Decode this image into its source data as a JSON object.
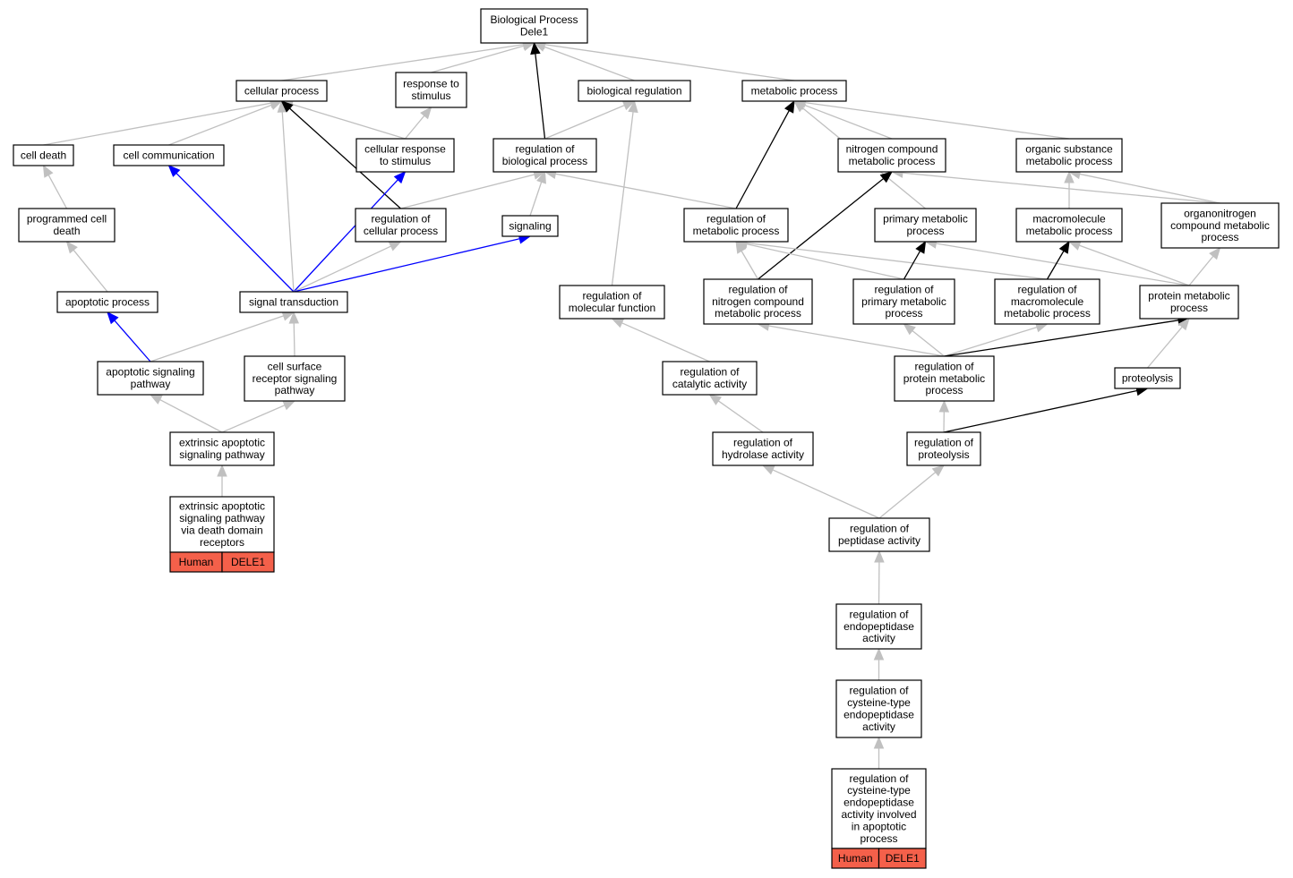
{
  "colors": {
    "edge_grey": "#c0c0c0",
    "edge_black": "#000000",
    "edge_blue": "#0000ff",
    "annotation_fill": "#f4604a"
  },
  "nodes": {
    "bp_root": {
      "lines": [
        "Biological Process",
        "Dele1"
      ]
    },
    "cellular_process": {
      "lines": [
        "cellular process"
      ]
    },
    "response_to_stimulus": {
      "lines": [
        "response to",
        "stimulus"
      ]
    },
    "biological_regulation": {
      "lines": [
        "biological regulation"
      ]
    },
    "metabolic_process": {
      "lines": [
        "metabolic process"
      ]
    },
    "cell_death": {
      "lines": [
        "cell death"
      ]
    },
    "cell_communication": {
      "lines": [
        "cell communication"
      ]
    },
    "cellular_response": {
      "lines": [
        "cellular response",
        "to stimulus"
      ]
    },
    "reg_biological": {
      "lines": [
        "regulation of",
        "biological process"
      ]
    },
    "nitrogen_compound_mp": {
      "lines": [
        "nitrogen compound",
        "metabolic process"
      ]
    },
    "organic_substance_mp": {
      "lines": [
        "organic substance",
        "metabolic process"
      ]
    },
    "programmed_cell_death": {
      "lines": [
        "programmed cell",
        "death"
      ]
    },
    "reg_cellular": {
      "lines": [
        "regulation of",
        "cellular process"
      ]
    },
    "signaling": {
      "lines": [
        "signaling"
      ]
    },
    "reg_metabolic": {
      "lines": [
        "regulation of",
        "metabolic process"
      ]
    },
    "primary_mp": {
      "lines": [
        "primary metabolic",
        "process"
      ]
    },
    "macromolecule_mp": {
      "lines": [
        "macromolecule",
        "metabolic process"
      ]
    },
    "organonitrogen_mp": {
      "lines": [
        "organonitrogen",
        "compound metabolic",
        "process"
      ]
    },
    "apoptotic_process": {
      "lines": [
        "apoptotic process"
      ]
    },
    "signal_transduction": {
      "lines": [
        "signal transduction"
      ]
    },
    "reg_molecular_function": {
      "lines": [
        "regulation of",
        "molecular function"
      ]
    },
    "reg_nitrogen_compound_mp": {
      "lines": [
        "regulation of",
        "nitrogen compound",
        "metabolic process"
      ]
    },
    "reg_primary_mp": {
      "lines": [
        "regulation of",
        "primary metabolic",
        "process"
      ]
    },
    "reg_macromolecule_mp": {
      "lines": [
        "regulation of",
        "macromolecule",
        "metabolic process"
      ]
    },
    "protein_mp": {
      "lines": [
        "protein metabolic",
        "process"
      ]
    },
    "apoptotic_signaling": {
      "lines": [
        "apoptotic signaling",
        "pathway"
      ]
    },
    "cell_surface_receptor": {
      "lines": [
        "cell surface",
        "receptor signaling",
        "pathway"
      ]
    },
    "reg_catalytic": {
      "lines": [
        "regulation of",
        "catalytic activity"
      ]
    },
    "reg_protein_mp": {
      "lines": [
        "regulation of",
        "protein metabolic",
        "process"
      ]
    },
    "proteolysis": {
      "lines": [
        "proteolysis"
      ]
    },
    "extrinsic_apoptotic": {
      "lines": [
        "extrinsic apoptotic",
        "signaling pathway"
      ]
    },
    "reg_hydrolase": {
      "lines": [
        "regulation of",
        "hydrolase activity"
      ]
    },
    "reg_proteolysis": {
      "lines": [
        "regulation of",
        "proteolysis"
      ]
    },
    "extrinsic_death_domain": {
      "lines": [
        "extrinsic apoptotic",
        "signaling pathway",
        "via death domain",
        "receptors"
      ],
      "tags": [
        "Human",
        "DELE1"
      ]
    },
    "reg_peptidase": {
      "lines": [
        "regulation of",
        "peptidase activity"
      ]
    },
    "reg_endopeptidase": {
      "lines": [
        "regulation of",
        "endopeptidase",
        "activity"
      ]
    },
    "reg_cysteine_endopeptidase": {
      "lines": [
        "regulation of",
        "cysteine-type",
        "endopeptidase",
        "activity"
      ]
    },
    "reg_cysteine_apoptotic": {
      "lines": [
        "regulation of",
        "cysteine-type",
        "endopeptidase",
        "activity involved",
        "in apoptotic",
        "process"
      ],
      "tags": [
        "Human",
        "DELE1"
      ]
    }
  },
  "edges": [
    {
      "from": "cellular_process",
      "to": "bp_root",
      "color": "grey"
    },
    {
      "from": "response_to_stimulus",
      "to": "bp_root",
      "color": "grey"
    },
    {
      "from": "biological_regulation",
      "to": "bp_root",
      "color": "grey"
    },
    {
      "from": "metabolic_process",
      "to": "bp_root",
      "color": "grey"
    },
    {
      "from": "reg_biological",
      "to": "bp_root",
      "color": "black"
    },
    {
      "from": "cell_death",
      "to": "cellular_process",
      "color": "grey"
    },
    {
      "from": "cell_communication",
      "to": "cellular_process",
      "color": "grey"
    },
    {
      "from": "cellular_response",
      "to": "cellular_process",
      "color": "grey"
    },
    {
      "from": "signal_transduction",
      "to": "cellular_process",
      "color": "grey"
    },
    {
      "from": "reg_cellular",
      "to": "cellular_process",
      "color": "black"
    },
    {
      "from": "cellular_response",
      "to": "response_to_stimulus",
      "color": "grey"
    },
    {
      "from": "reg_biological",
      "to": "biological_regulation",
      "color": "grey"
    },
    {
      "from": "reg_molecular_function",
      "to": "biological_regulation",
      "color": "grey"
    },
    {
      "from": "reg_metabolic",
      "to": "metabolic_process",
      "color": "black"
    },
    {
      "from": "nitrogen_compound_mp",
      "to": "metabolic_process",
      "color": "grey"
    },
    {
      "from": "organic_substance_mp",
      "to": "metabolic_process",
      "color": "grey"
    },
    {
      "from": "primary_mp",
      "to": "metabolic_process",
      "color": "grey"
    },
    {
      "from": "programmed_cell_death",
      "to": "cell_death",
      "color": "grey"
    },
    {
      "from": "signal_transduction",
      "to": "cell_communication",
      "color": "blue"
    },
    {
      "from": "signal_transduction",
      "to": "cellular_response",
      "color": "blue"
    },
    {
      "from": "reg_cellular",
      "to": "reg_biological",
      "color": "grey"
    },
    {
      "from": "signaling",
      "to": "reg_biological",
      "color": "grey"
    },
    {
      "from": "reg_metabolic",
      "to": "reg_biological",
      "color": "grey"
    },
    {
      "from": "reg_nitrogen_compound_mp",
      "to": "nitrogen_compound_mp",
      "color": "black"
    },
    {
      "from": "organonitrogen_mp",
      "to": "nitrogen_compound_mp",
      "color": "grey"
    },
    {
      "from": "macromolecule_mp",
      "to": "organic_substance_mp",
      "color": "grey"
    },
    {
      "from": "organonitrogen_mp",
      "to": "organic_substance_mp",
      "color": "grey"
    },
    {
      "from": "apoptotic_process",
      "to": "programmed_cell_death",
      "color": "grey"
    },
    {
      "from": "signal_transduction",
      "to": "reg_cellular",
      "color": "grey"
    },
    {
      "from": "signal_transduction",
      "to": "signaling",
      "color": "blue"
    },
    {
      "from": "reg_nitrogen_compound_mp",
      "to": "reg_metabolic",
      "color": "grey"
    },
    {
      "from": "reg_primary_mp",
      "to": "reg_metabolic",
      "color": "grey"
    },
    {
      "from": "reg_macromolecule_mp",
      "to": "reg_metabolic",
      "color": "grey"
    },
    {
      "from": "reg_primary_mp",
      "to": "primary_mp",
      "color": "black"
    },
    {
      "from": "protein_mp",
      "to": "primary_mp",
      "color": "grey"
    },
    {
      "from": "reg_macromolecule_mp",
      "to": "macromolecule_mp",
      "color": "black"
    },
    {
      "from": "protein_mp",
      "to": "macromolecule_mp",
      "color": "grey"
    },
    {
      "from": "protein_mp",
      "to": "organonitrogen_mp",
      "color": "grey"
    },
    {
      "from": "apoptotic_signaling",
      "to": "apoptotic_process",
      "color": "blue"
    },
    {
      "from": "apoptotic_signaling",
      "to": "signal_transduction",
      "color": "grey"
    },
    {
      "from": "cell_surface_receptor",
      "to": "signal_transduction",
      "color": "grey"
    },
    {
      "from": "reg_catalytic",
      "to": "reg_molecular_function",
      "color": "grey"
    },
    {
      "from": "reg_protein_mp",
      "to": "reg_nitrogen_compound_mp",
      "color": "grey"
    },
    {
      "from": "reg_protein_mp",
      "to": "reg_primary_mp",
      "color": "grey"
    },
    {
      "from": "reg_protein_mp",
      "to": "reg_macromolecule_mp",
      "color": "grey"
    },
    {
      "from": "reg_protein_mp",
      "to": "protein_mp",
      "color": "black"
    },
    {
      "from": "proteolysis",
      "to": "protein_mp",
      "color": "grey"
    },
    {
      "from": "extrinsic_apoptotic",
      "to": "apoptotic_signaling",
      "color": "grey"
    },
    {
      "from": "extrinsic_apoptotic",
      "to": "cell_surface_receptor",
      "color": "grey"
    },
    {
      "from": "reg_hydrolase",
      "to": "reg_catalytic",
      "color": "grey"
    },
    {
      "from": "reg_proteolysis",
      "to": "reg_protein_mp",
      "color": "grey"
    },
    {
      "from": "reg_proteolysis",
      "to": "proteolysis",
      "color": "black"
    },
    {
      "from": "extrinsic_death_domain",
      "to": "extrinsic_apoptotic",
      "color": "grey"
    },
    {
      "from": "reg_peptidase",
      "to": "reg_hydrolase",
      "color": "grey"
    },
    {
      "from": "reg_peptidase",
      "to": "reg_proteolysis",
      "color": "grey"
    },
    {
      "from": "reg_endopeptidase",
      "to": "reg_peptidase",
      "color": "grey"
    },
    {
      "from": "reg_cysteine_endopeptidase",
      "to": "reg_endopeptidase",
      "color": "grey"
    },
    {
      "from": "reg_cysteine_apoptotic",
      "to": "reg_cysteine_endopeptidase",
      "color": "grey"
    }
  ]
}
